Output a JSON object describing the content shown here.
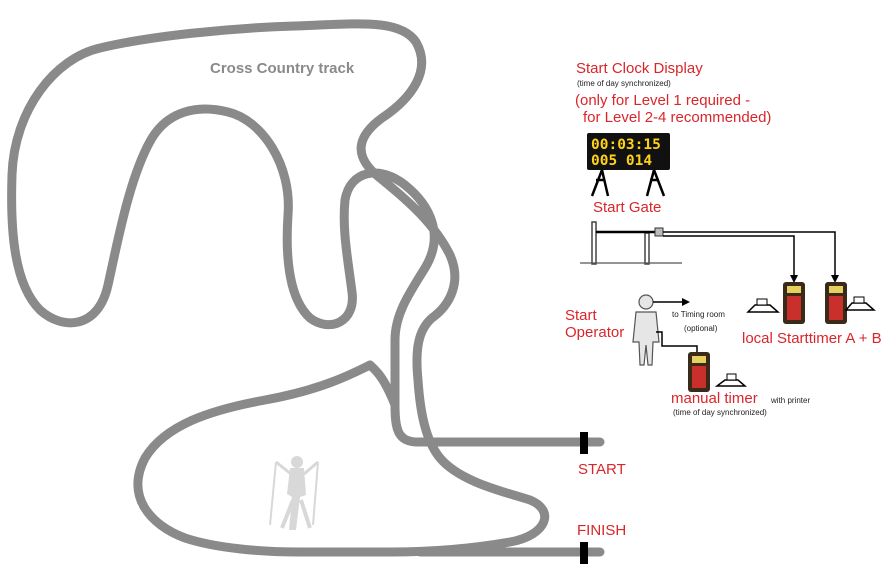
{
  "track": {
    "title": "Cross Country track"
  },
  "clock": {
    "title": "Start Clock Display",
    "subtitle": "(time of day synchronized)",
    "note_line1": "(only for Level 1 required -",
    "note_line2": "for Level 2-4 recommended)",
    "display_line1": "00:03:15",
    "display_line2": "005 014"
  },
  "gate": {
    "label": "Start Gate"
  },
  "operator": {
    "label_line1": "Start",
    "label_line2": "Operator",
    "timing_room": "to Timing room",
    "timing_optional": "(optional)"
  },
  "starttimer": {
    "label": "local Starttimer A + B"
  },
  "manual": {
    "label": "manual timer",
    "printer": "with printer",
    "subtitle": "(time of day synchronized)"
  },
  "markers": {
    "start": "START",
    "finish": "FINISH"
  },
  "colors": {
    "label_red": "#d9262b",
    "track_gray": "#8a8a8a",
    "display_bg": "#111111",
    "display_digits": "#ffd21a"
  }
}
